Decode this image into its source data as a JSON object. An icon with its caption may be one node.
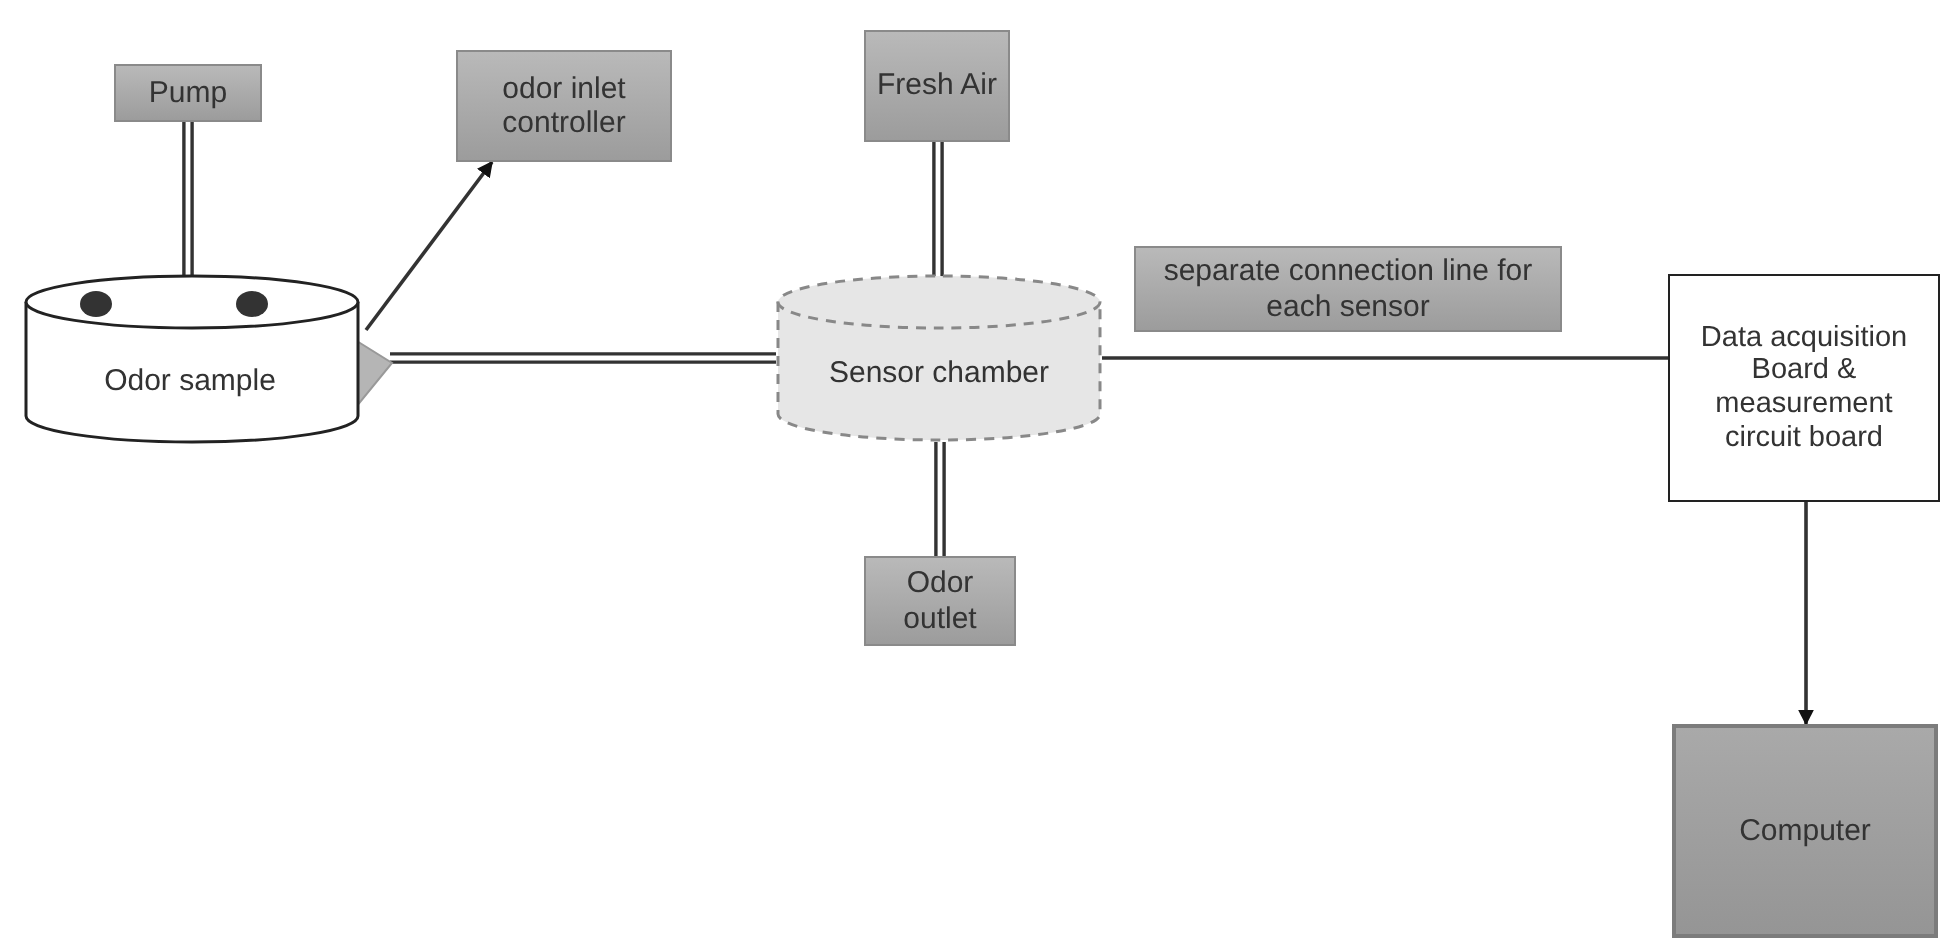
{
  "diagram": {
    "nodes": [
      {
        "text": [
          "Pump"
        ]
      },
      {
        "text": [
          "odor inlet controller"
        ]
      },
      {
        "text": [
          "Fresh Air"
        ]
      },
      {
        "text": [
          "separate connection line for each sensor"
        ]
      },
      {
        "text": [
          "Odor sample"
        ]
      },
      {
        "text": [
          "Sensor chamber"
        ]
      },
      {
        "text": [
          "Data acquisition Board & measurement circuit board"
        ]
      },
      {
        "text": [
          "Odor outlet"
        ]
      },
      {
        "text": [
          "Computer"
        ]
      }
    ],
    "edges": [
      {
        "from": 0,
        "to": 4,
        "arrow": "none"
      },
      {
        "from": 4,
        "to": 1,
        "arrow": "to"
      },
      {
        "from": 4,
        "to": 5,
        "arrow": "none"
      },
      {
        "from": 2,
        "to": 5,
        "arrow": "none"
      },
      {
        "from": 5,
        "to": 7,
        "arrow": "none"
      },
      {
        "from": 5,
        "to": 6,
        "arrow": "none"
      },
      {
        "from": 6,
        "to": 8,
        "arrow": "to"
      }
    ]
  }
}
